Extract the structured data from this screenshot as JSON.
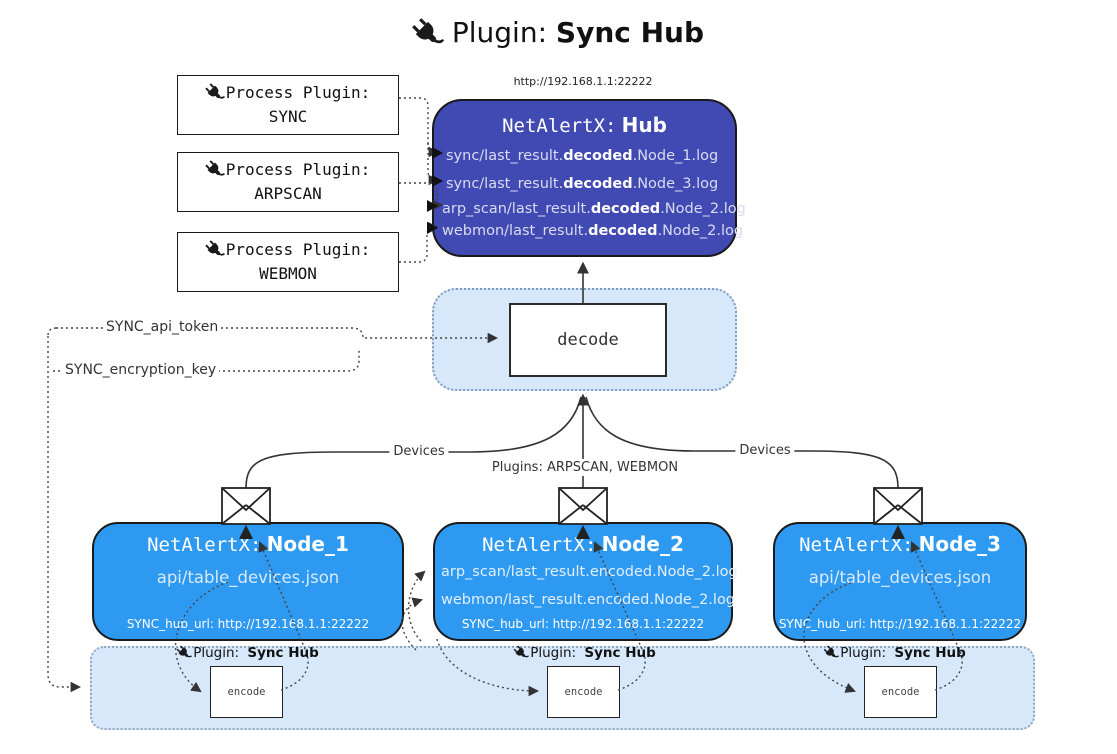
{
  "title": {
    "prefix": "Plugin:",
    "name": "Sync Hub"
  },
  "process_plugins": [
    {
      "label": "Process Plugin:",
      "name": "SYNC"
    },
    {
      "label": "Process Plugin:",
      "name": "ARPSCAN"
    },
    {
      "label": "Process Plugin:",
      "name": "WEBMON"
    }
  ],
  "hub": {
    "url": "http://192.168.1.1:22222",
    "title_prefix": "NetAlertX:",
    "title_name": "Hub",
    "logs": [
      {
        "pre": "sync/last_result.",
        "mid": "decoded",
        "post": ".Node_1.log"
      },
      {
        "pre": "sync/last_result.",
        "mid": "decoded",
        "post": ".Node_3.log"
      },
      {
        "pre": "arp_scan/last_result.",
        "mid": "decoded",
        "post": ".Node_2.log"
      },
      {
        "pre": "webmon/last_result.",
        "mid": "decoded",
        "post": ".Node_2.log"
      }
    ]
  },
  "decode": {
    "label": "decode"
  },
  "secrets": {
    "api_token": "SYNC_api_token",
    "encryption_key": "SYNC_encryption_key"
  },
  "edges": {
    "devices_left": "Devices",
    "devices_right": "Devices",
    "plugins_middle": "Plugins: ARPSCAN, WEBMON"
  },
  "nodes": [
    {
      "title_prefix": "NetAlertX:",
      "title_name": "Node_1",
      "files": [
        "api/table_devices.json"
      ],
      "hub_url": "SYNC_hub_url: http://192.168.1.1:22222"
    },
    {
      "title_prefix": "NetAlertX:",
      "title_name": "Node_2",
      "files": [
        "arp_scan/last_result.encoded.Node_2.log",
        "webmon/last_result.encoded.Node_2.log"
      ],
      "hub_url": "SYNC_hub_url: http://192.168.1.1:22222"
    },
    {
      "title_prefix": "NetAlertX:",
      "title_name": "Node_3",
      "files": [
        "api/table_devices.json"
      ],
      "hub_url": "SYNC_hub_url: http://192.168.1.1:22222"
    }
  ],
  "encode_groups": [
    {
      "label_prefix": "Plugin:",
      "label_name": "Sync Hub",
      "box_label": "encode"
    },
    {
      "label_prefix": "Plugin:",
      "label_name": "Sync Hub",
      "box_label": "encode"
    },
    {
      "label_prefix": "Plugin:",
      "label_name": "Sync Hub",
      "box_label": "encode"
    }
  ],
  "colors": {
    "hub_fill": "#4149b2",
    "node_fill": "#2e99f0",
    "panel_fill": "#d7e8fb",
    "line_dark": "#333333"
  }
}
